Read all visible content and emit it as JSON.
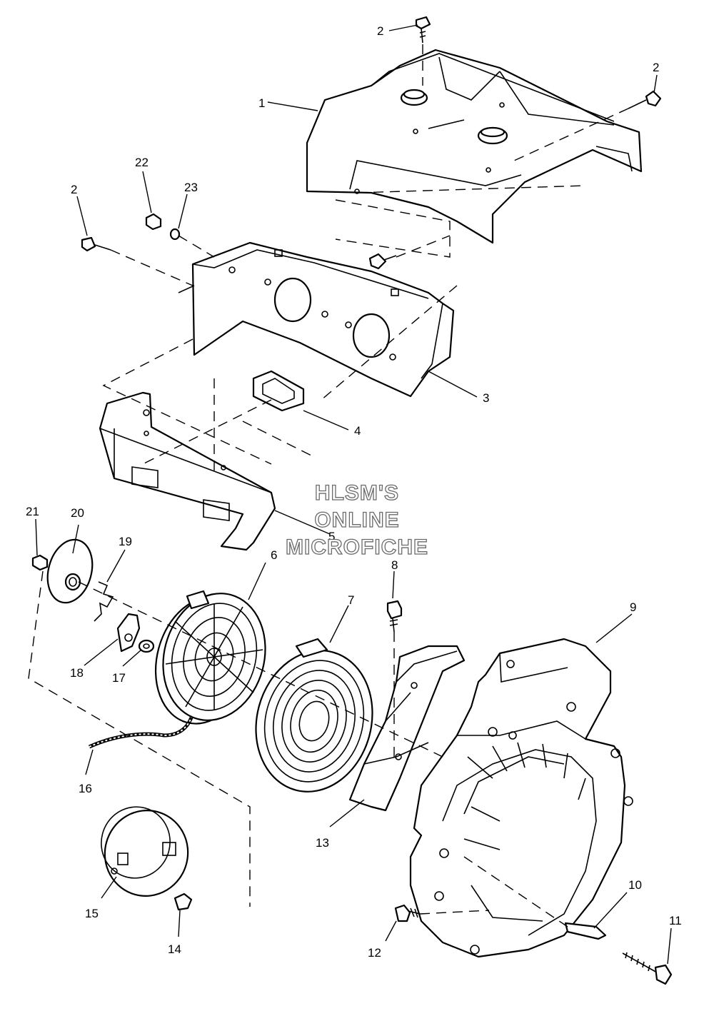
{
  "watermark": {
    "line1": "HLSM'S",
    "line2": "ONLINE",
    "line3": "MICROFICHE"
  },
  "callouts": {
    "c1": "1",
    "c2a": "2",
    "c2b": "2",
    "c2c": "2",
    "c3": "3",
    "c4": "4",
    "c5": "5",
    "c6": "6",
    "c7": "7",
    "c8": "8",
    "c9": "9",
    "c10": "10",
    "c11": "11",
    "c12": "12",
    "c13": "13",
    "c14": "14",
    "c15": "15",
    "c16": "16",
    "c17": "17",
    "c18": "18",
    "c19": "19",
    "c20": "20",
    "c21": "21",
    "c22": "22",
    "c23": "23"
  }
}
